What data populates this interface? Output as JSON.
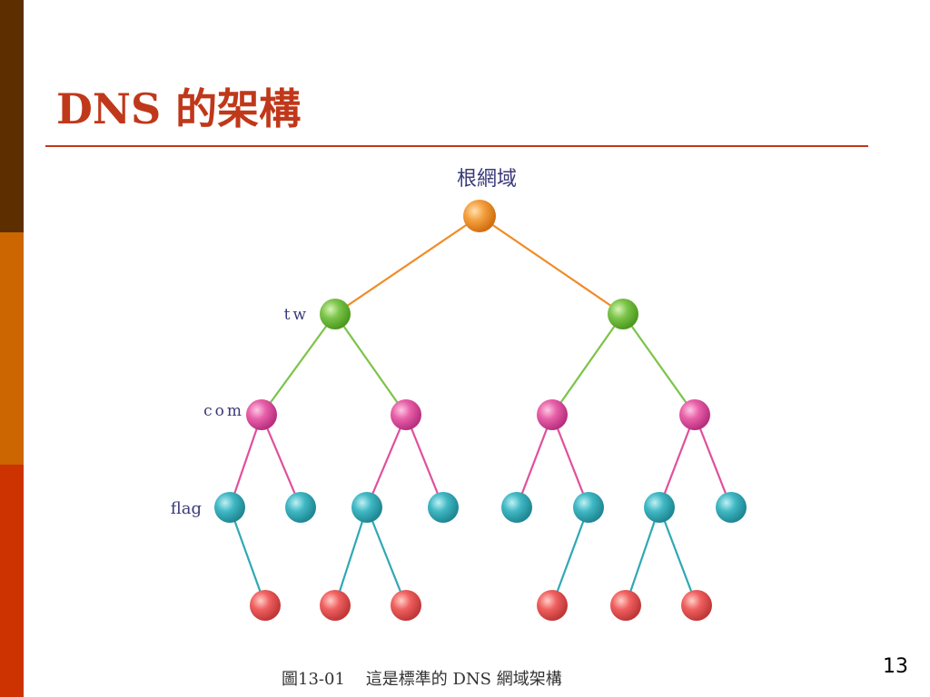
{
  "slide": {
    "title": "DNS 的架構",
    "caption": "圖13-01    這是標準的 DNS 網域架構",
    "page_number": "13"
  },
  "diagram": {
    "root_label": "根網域",
    "level_labels": {
      "tw": "tw",
      "com": "com",
      "flag": "flag"
    }
  },
  "colors": {
    "accent": "#c0381a",
    "bar_dark": "#5c2e00",
    "bar_mid": "#cc6600",
    "bar_light": "#cc3300",
    "root_node": "#f5a040",
    "level1_node": "#7cc44a",
    "level2_node": "#e860a8",
    "level3_node": "#40b8c4",
    "level4_node": "#f06060",
    "edge_root": "#f08c28",
    "edge_level1": "#7cc44a",
    "edge_level2": "#e0509a",
    "edge_level3": "#30a8b4"
  }
}
